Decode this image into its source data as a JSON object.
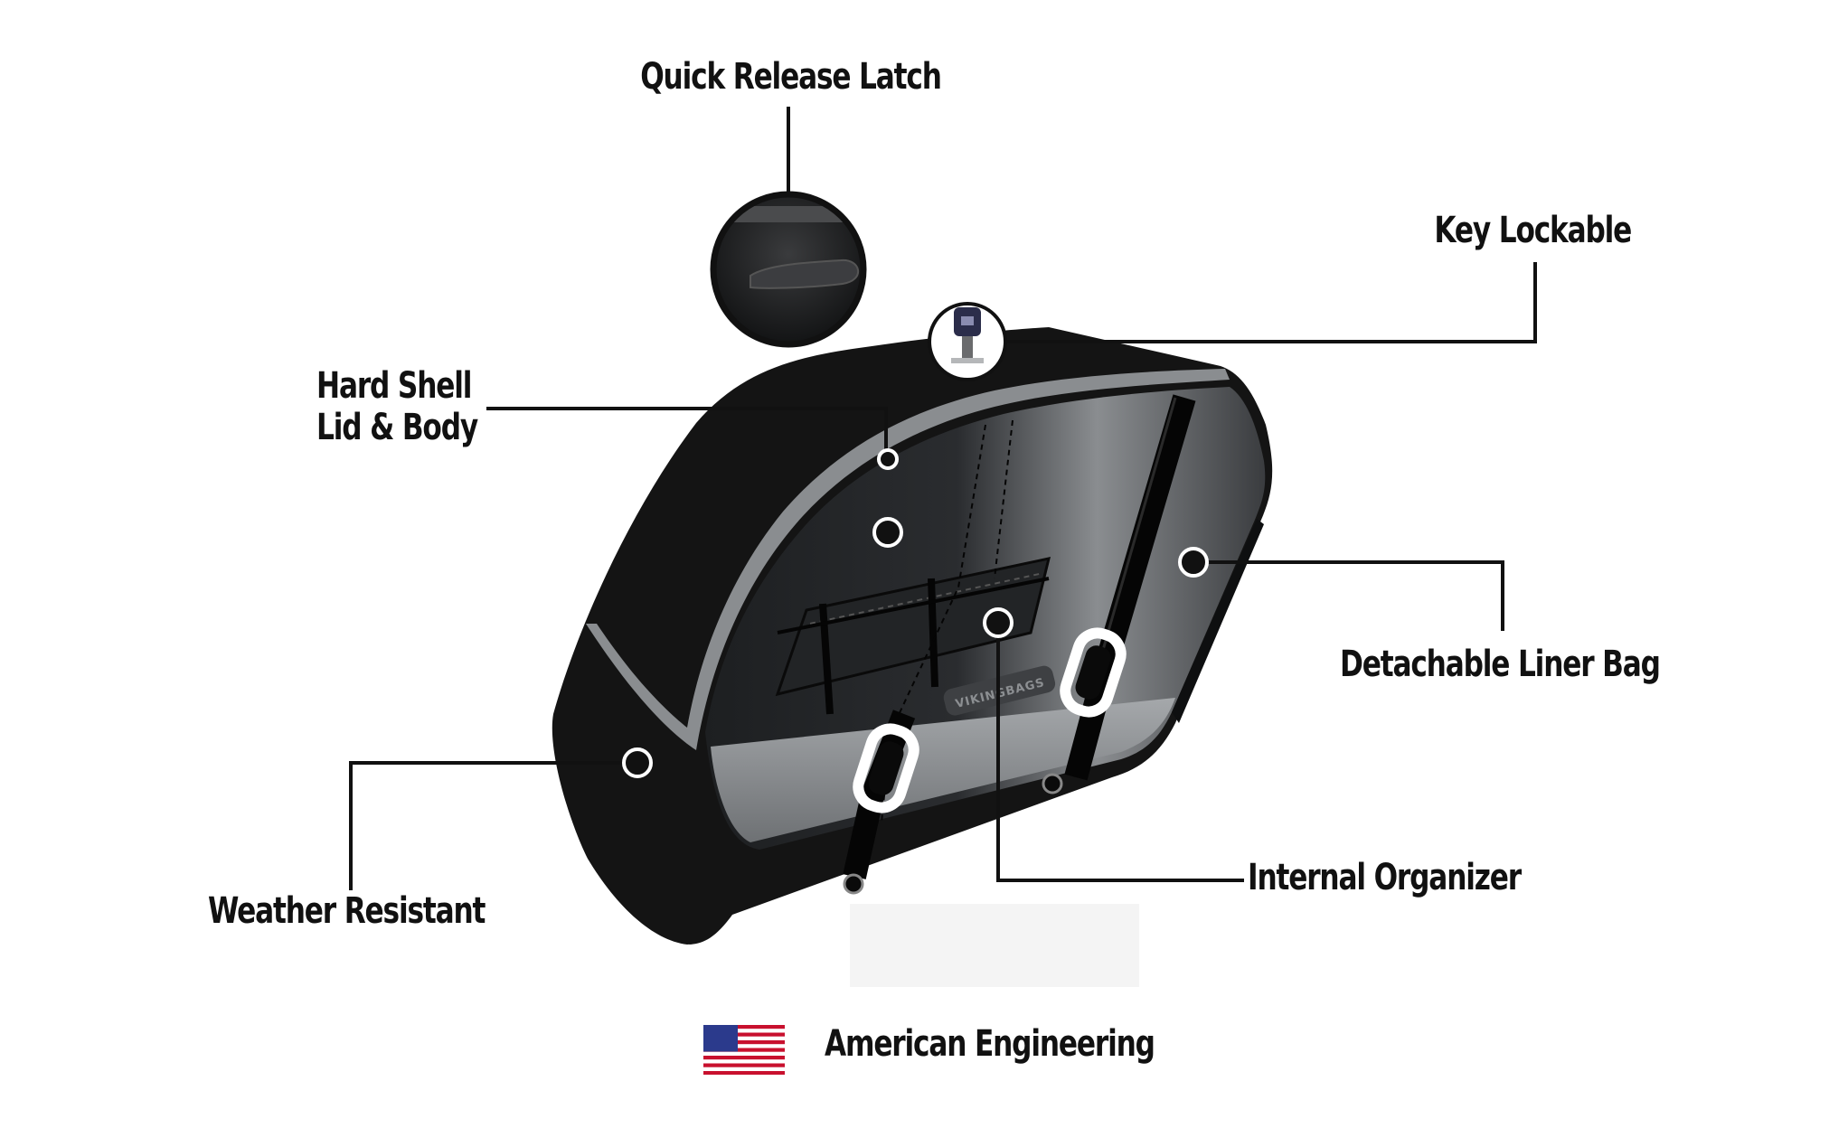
{
  "callouts": {
    "quick_release_latch": "Quick Release Latch",
    "key_lockable": "Key Lockable",
    "hard_shell_line1": "Hard Shell",
    "hard_shell_line2": "Lid & Body",
    "detachable_liner_bag": "Detachable Liner Bag",
    "weather_resistant": "Weather Resistant",
    "internal_organizer": "Internal Organizer"
  },
  "footer": {
    "american_engineering": "American Engineering",
    "flag_icon": "us-flag-icon"
  },
  "product": {
    "brand_mark": "VIKINGBAGS"
  },
  "colors": {
    "shell": "#141414",
    "trim": "#8a8d90",
    "leader_line": "#111111",
    "flag_red": "#c8102e",
    "flag_blue": "#2b3a8c"
  }
}
